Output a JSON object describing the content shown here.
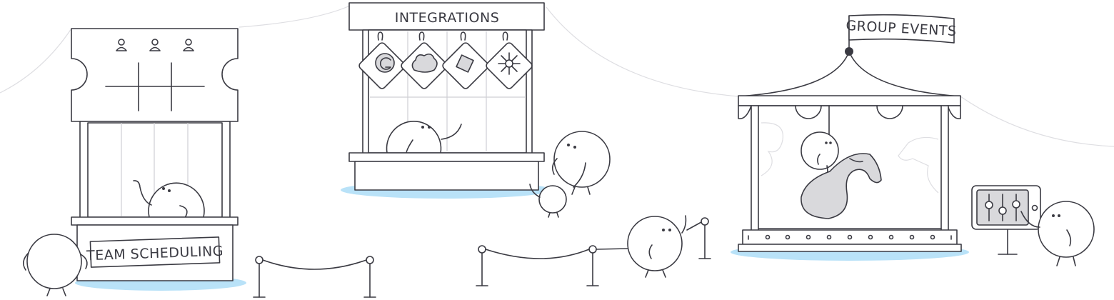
{
  "booths": {
    "team_scheduling": {
      "label": "TEAM SCHEDULING"
    },
    "integrations": {
      "label": "INTEGRATIONS",
      "tags": [
        "g-icon",
        "cloud-icon",
        "tag-icon",
        "gear-icon"
      ]
    },
    "group_events": {
      "label": "GROUP EVENTS"
    }
  },
  "colors": {
    "line": "#3a3a42",
    "shadow": "#b9e2f8",
    "fill_gray": "#d9d9dc"
  }
}
